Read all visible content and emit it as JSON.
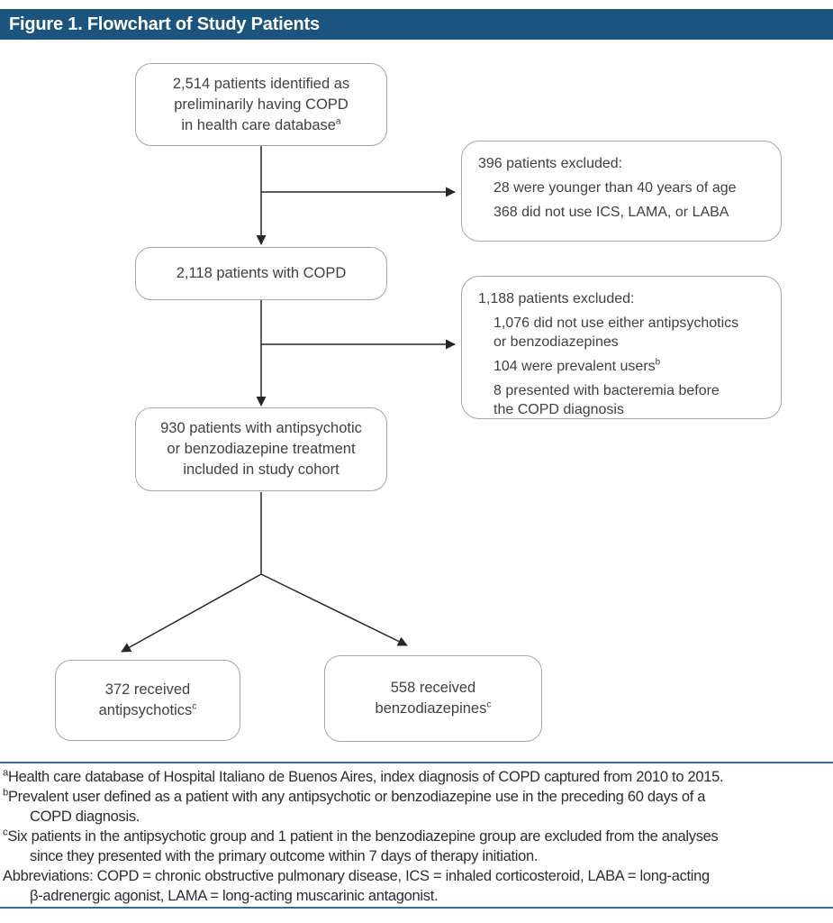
{
  "header": {
    "title": "Figure 1. Flowchart of Study Patients"
  },
  "colors": {
    "header_bg": "#1b557f",
    "rule_blue": "#2f6da8",
    "box_border": "#a7a5a6",
    "connector": "#2a2627",
    "text": "#414042"
  },
  "flowchart": {
    "box_identified": {
      "lines": [
        "2,514 patients identified as",
        "preliminarily having COPD",
        "in health care database"
      ],
      "sup": "a"
    },
    "box_excluded_1": {
      "title": "396 patients excluded:",
      "items": [
        {
          "lines": [
            "28 were younger than 40 years of age"
          ]
        },
        {
          "lines": [
            "368 did not use ICS, LAMA, or LABA"
          ]
        }
      ]
    },
    "box_copd": {
      "lines": [
        "2,118 patients with COPD"
      ]
    },
    "box_excluded_2": {
      "title": "1,188 patients excluded:",
      "items": [
        {
          "lines": [
            "1,076 did not use either antipsychotics",
            "or benzodiazepines"
          ]
        },
        {
          "lines": [
            "104 were prevalent users"
          ],
          "sup": "b"
        },
        {
          "lines": [
            "8 presented with bacteremia before",
            "the COPD diagnosis"
          ]
        }
      ]
    },
    "box_cohort": {
      "lines": [
        "930 patients with antipsychotic",
        "or benzodiazepine treatment",
        "included in study cohort"
      ]
    },
    "box_antipsychotics": {
      "lines": [
        "372 received",
        "antipsychotics"
      ],
      "sup": "c"
    },
    "box_benzodiazepines": {
      "lines": [
        "558 received",
        "benzodiazepines"
      ],
      "sup": "c"
    }
  },
  "footnotes": [
    {
      "sup": "a",
      "lines": [
        "Health care database of Hospital Italiano de Buenos Aires, index diagnosis of COPD captured from 2010 to 2015."
      ]
    },
    {
      "sup": "b",
      "lines": [
        "Prevalent user defined as a patient with any antipsychotic or benzodiazepine use in the preceding 60 days of a",
        "COPD diagnosis."
      ]
    },
    {
      "sup": "c",
      "lines": [
        "Six patients in the antipsychotic group and 1 patient in the benzodiazepine group are excluded from the analyses",
        "since they presented with the primary outcome within 7 days of therapy initiation."
      ]
    },
    {
      "sup": "",
      "lines": [
        "Abbreviations: COPD = chronic obstructive pulmonary disease, ICS = inhaled corticosteroid, LABA = long-acting",
        "β-adrenergic agonist, LAMA = long-acting muscarinic antagonist."
      ]
    }
  ]
}
